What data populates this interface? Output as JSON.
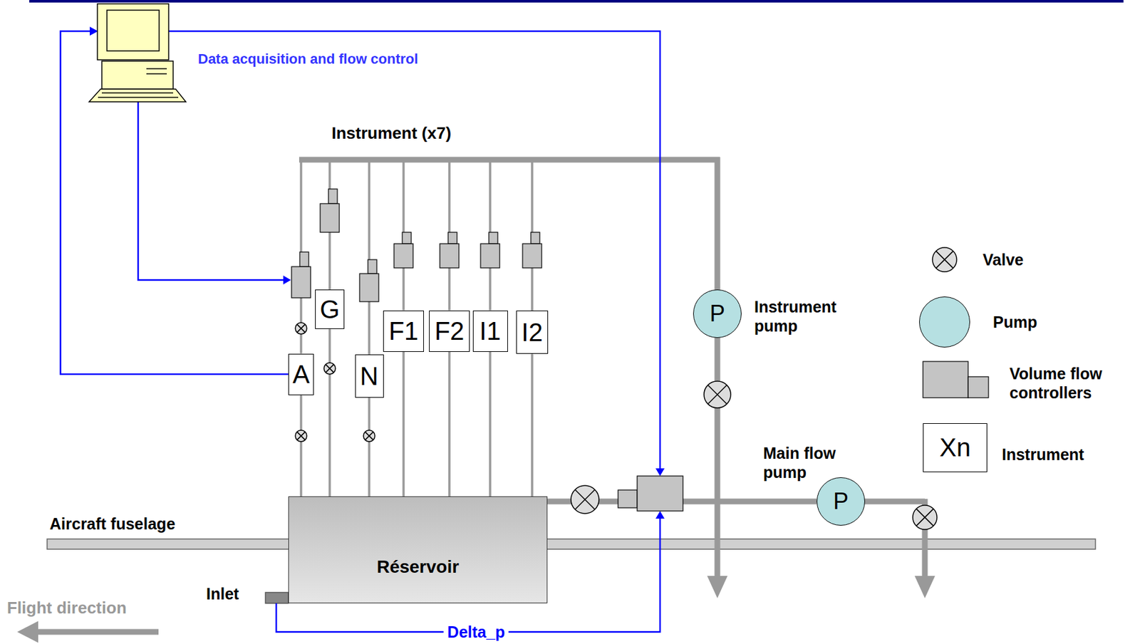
{
  "diagram": {
    "nodes": [
      {
        "text": [
          "A"
        ]
      },
      {
        "text": [
          "G"
        ]
      },
      {
        "text": [
          "N"
        ]
      },
      {
        "text": [
          "F1"
        ]
      },
      {
        "text": [
          "F2"
        ]
      },
      {
        "text": [
          "I1"
        ]
      },
      {
        "text": [
          "I2"
        ]
      },
      {
        "text": [
          "P"
        ]
      },
      {
        "text": [
          "Réservoir"
        ]
      },
      {
        "text": [
          "P"
        ]
      },
      {
        "text": [
          "Xn"
        ]
      }
    ],
    "edges": [
      {
        "from": 8,
        "to": 0,
        "arrow": "none"
      },
      {
        "from": 8,
        "to": 1,
        "arrow": "none"
      },
      {
        "from": 8,
        "to": 2,
        "arrow": "none"
      },
      {
        "from": 8,
        "to": 3,
        "arrow": "none"
      },
      {
        "from": 8,
        "to": 4,
        "arrow": "none"
      },
      {
        "from": 8,
        "to": 5,
        "arrow": "none"
      },
      {
        "from": 8,
        "to": 6,
        "arrow": "none"
      },
      {
        "from": 0,
        "to": 7,
        "arrow": "none"
      },
      {
        "from": 1,
        "to": 7,
        "arrow": "none"
      },
      {
        "from": 2,
        "to": 7,
        "arrow": "none"
      },
      {
        "from": 3,
        "to": 7,
        "arrow": "none"
      },
      {
        "from": 4,
        "to": 7,
        "arrow": "none"
      },
      {
        "from": 5,
        "to": 7,
        "arrow": "none"
      },
      {
        "from": 6,
        "to": 7,
        "arrow": "none"
      },
      {
        "from": 8,
        "to": 9,
        "arrow": "none"
      }
    ],
    "labels": [
      "Data acquisition and flow control",
      "Instrument (x7)",
      "Instrument pump",
      "Main flow pump",
      "Aircraft fuselage",
      "Inlet",
      "Flight direction",
      "Delta_p"
    ],
    "legend": [
      {
        "text": "Valve"
      },
      {
        "text": "Pump",
        "color": "#b6e0e2"
      },
      {
        "text": "Volume flow controllers"
      },
      {
        "text": "Instrument"
      }
    ]
  }
}
